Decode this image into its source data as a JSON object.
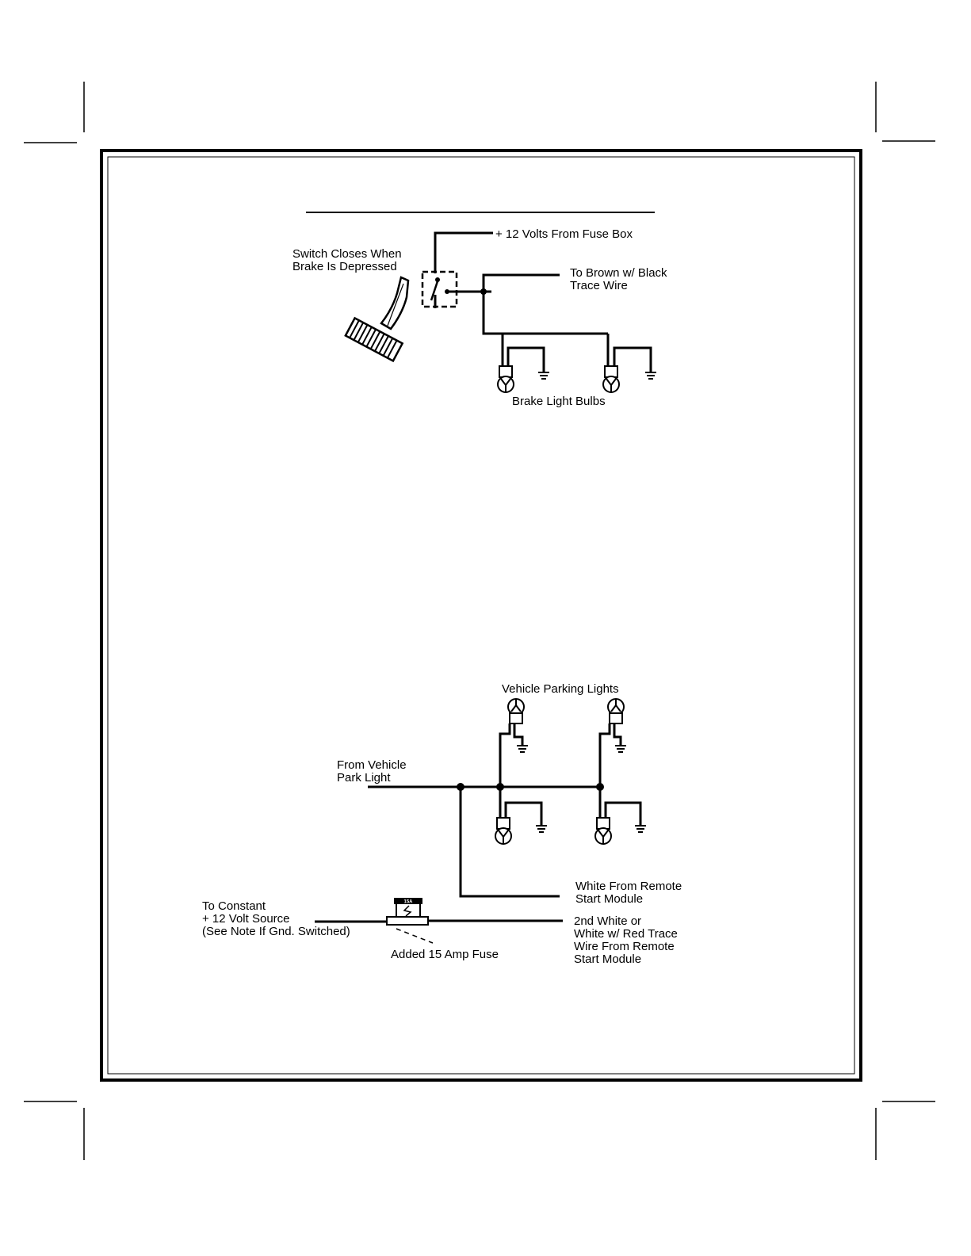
{
  "brake_diagram": {
    "switch_label": [
      "Switch Closes When",
      "Brake Is Depressed"
    ],
    "fuse_box_label": "+ 12 Volts From Fuse Box",
    "brown_wire_label": [
      "To Brown w/ Black",
      "Trace Wire"
    ],
    "bulbs_label": "Brake Light Bulbs"
  },
  "parking_diagram": {
    "parking_lights_label": "Vehicle Parking Lights",
    "park_light_label": [
      "From Vehicle",
      "Park Light"
    ],
    "white_wire_label": [
      "White From Remote",
      "Start Module"
    ],
    "constant_source_label": [
      "To Constant",
      "+ 12 Volt Source",
      "(See Note If Gnd. Switched)"
    ],
    "second_white_label": [
      "2nd White or",
      "White w/ Red  Trace",
      "Wire From Remote",
      "Start Module"
    ],
    "fuse_label": "Added 15 Amp Fuse",
    "fuse_rating": "15A"
  },
  "colors": {
    "ink": "#000000",
    "paper": "#ffffff"
  }
}
